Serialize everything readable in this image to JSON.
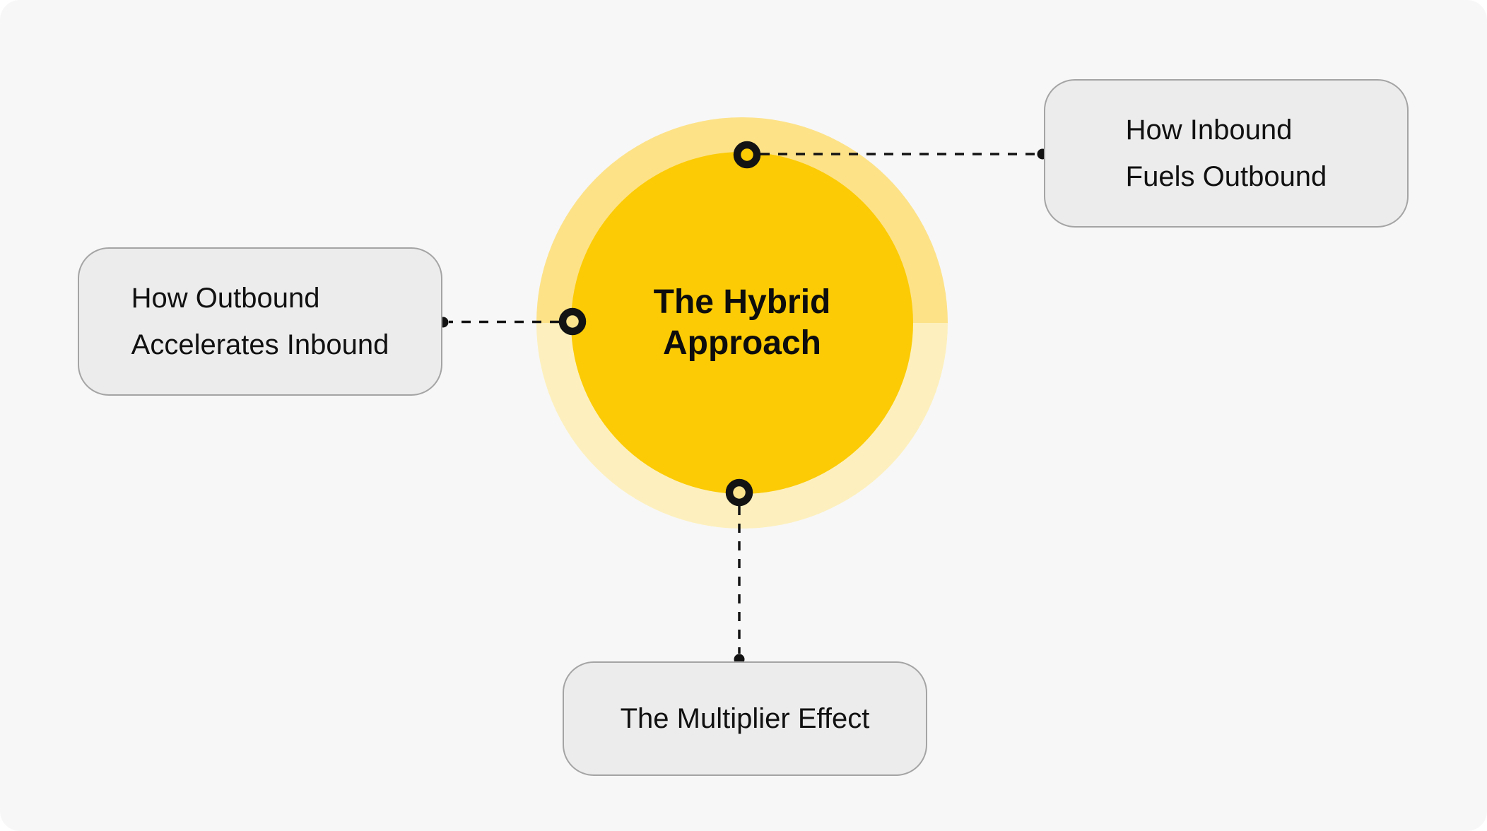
{
  "diagram": {
    "hub": {
      "title_line1": "The Hybrid",
      "title_line2": "Approach"
    },
    "nodes": {
      "inbound": {
        "line1": "How Inbound",
        "line2": "Fuels Outbound"
      },
      "outbound": {
        "line1": "How Outbound",
        "line2": "Accelerates Inbound"
      },
      "multiplier": {
        "line1": "The Multiplier Effect"
      }
    },
    "colors": {
      "page_background": "#F7F7F7",
      "hub_inner": "#FCCB05",
      "hub_outer_top": "#FDE288",
      "hub_outer_bottom": "#FDF0BE",
      "node_background": "#ECECEC",
      "node_border": "#A4A4A4",
      "connector": "#131313",
      "ring_fill_top": "#FCCB05",
      "ring_fill_side": "#FCE48E",
      "text": "#111111"
    }
  }
}
